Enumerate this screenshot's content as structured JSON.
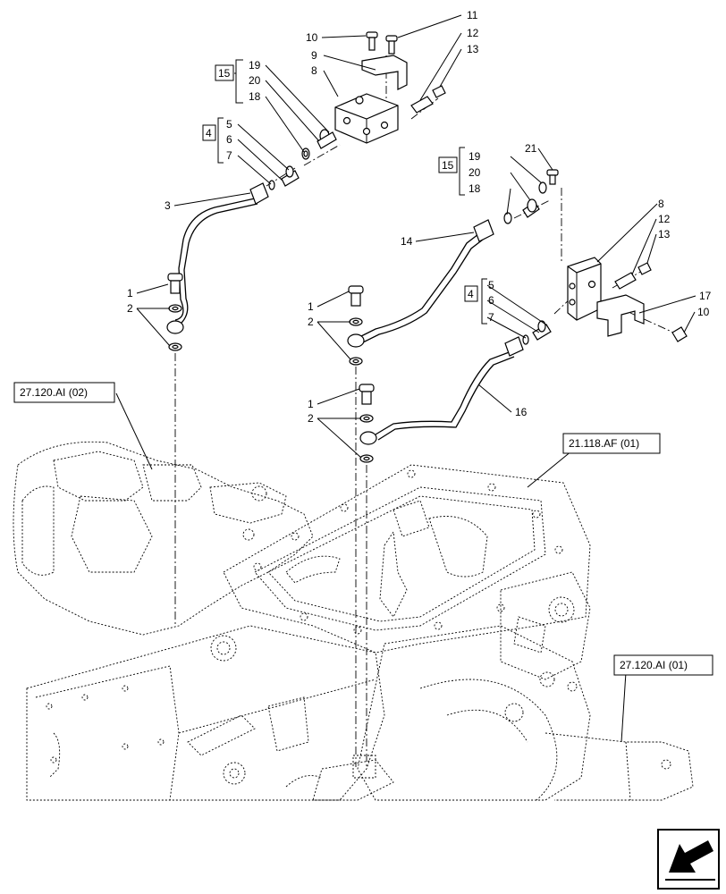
{
  "callouts": {
    "c1a": "1",
    "c2a": "2",
    "c3": "3",
    "c4a": "4",
    "c5a": "5",
    "c6a": "6",
    "c7a": "7",
    "c8a": "8",
    "c9": "9",
    "c10a": "10",
    "c11": "11",
    "c12a": "12",
    "c13a": "13",
    "c15a": "15",
    "c19a": "19",
    "c20a": "20",
    "c18a": "18",
    "c1b": "1",
    "c2b": "2",
    "c14": "14",
    "c1c": "1",
    "c2c": "2",
    "c16": "16",
    "c21": "21",
    "c15b": "15",
    "c19b": "19",
    "c20b": "20",
    "c18b": "18",
    "c8b": "8",
    "c12b": "12",
    "c13b": "13",
    "c4b": "4",
    "c5b": "5",
    "c6b": "6",
    "c7b": "7",
    "c17": "17",
    "c10b": "10"
  },
  "references": {
    "ref1": "27.120.AI (02)",
    "ref2": "21.118.AF (01)",
    "ref3": "27.120.AI (01)"
  },
  "navigation": {
    "next_icon": "arrow-navigation-icon"
  }
}
